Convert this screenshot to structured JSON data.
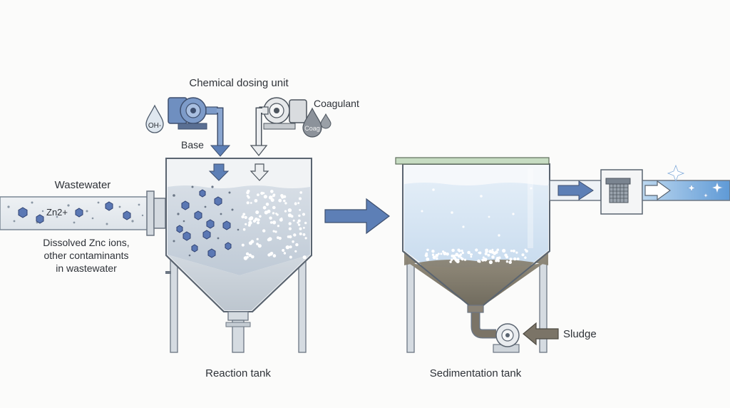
{
  "labels": {
    "dosing_unit": "Chemical dosing unit",
    "coagulant": "Coagulant",
    "base": "Base",
    "oh_drop": "OH-",
    "coag_drop": "Coag",
    "wastewater": "Wastewater",
    "zn_ion": "Zn2+",
    "dissolved_1": "Dissolved Znc ions,",
    "dissolved_2": "other contaminants",
    "dissolved_3": "in wastewater",
    "reaction_tank": "Reaction tank",
    "sedimentation_tank": "Sedimentation tank",
    "sludge": "Sludge"
  },
  "colors": {
    "pump_base": "#6f8fc0",
    "pump_coag": "#e6e8ea",
    "arrow_blue": "#5d7fb6",
    "zn_particle": "#5b78b4",
    "sludge": "#7b7467",
    "clean_water": "#6fa6dc",
    "tank_water": "#c2d6e8",
    "lid_green": "#c6dcc2"
  },
  "icons": [
    "pump-icon",
    "water-drop-icon",
    "flow-arrow-icon",
    "filter-icon",
    "sparkle-icon"
  ]
}
